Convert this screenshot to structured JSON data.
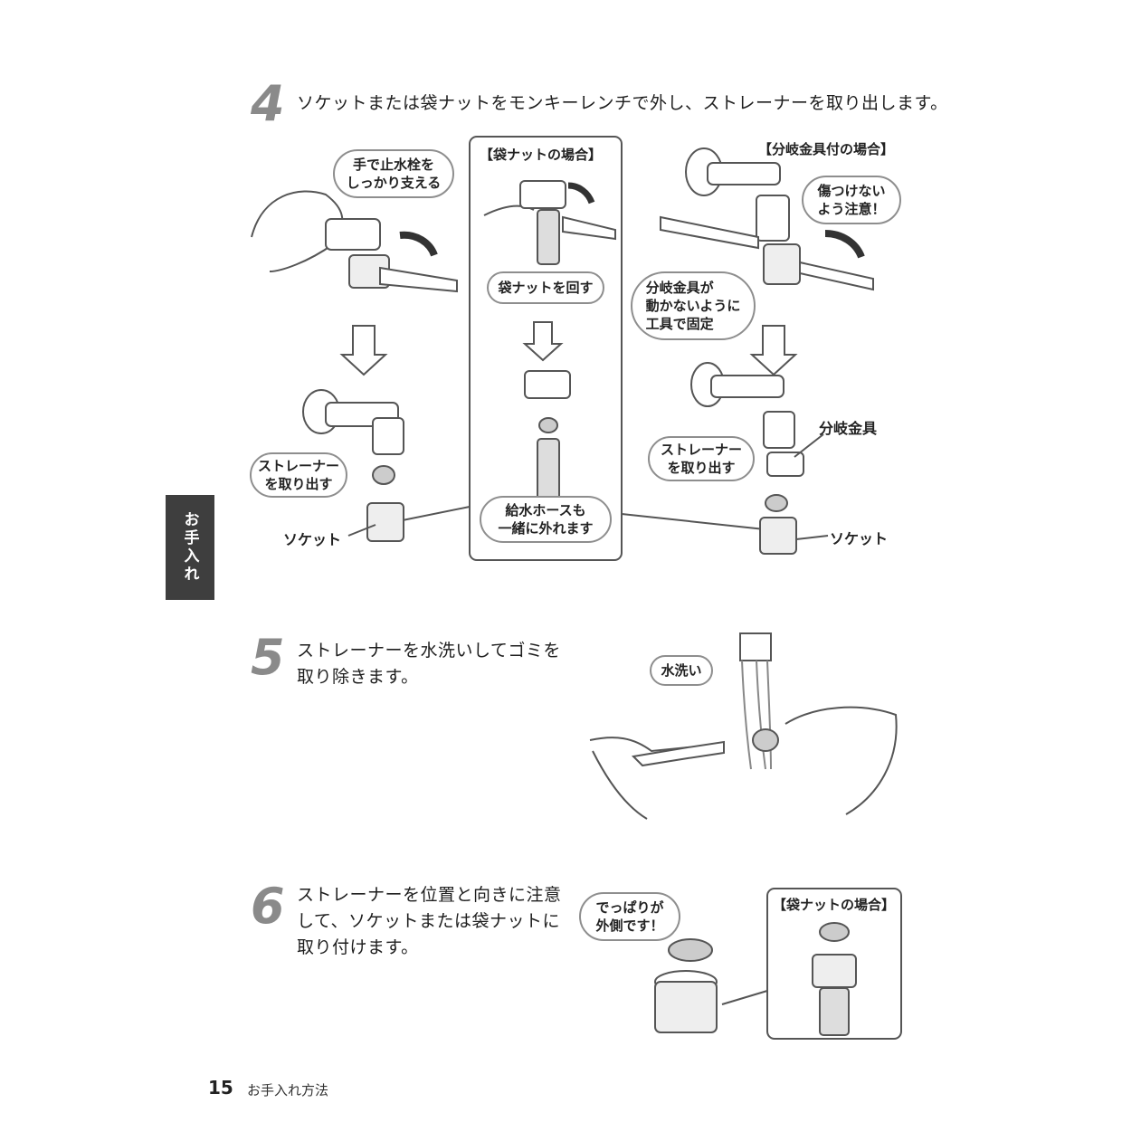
{
  "side_tab": "お手入れ",
  "step4": {
    "number": "4",
    "text": "ソケットまたは袋ナットをモンキーレンチで外し、ストレーナーを取り出します。",
    "left_bubble": "手で止水栓を\nしっかり支える",
    "center_title": "【袋ナットの場合】",
    "center_bubble_top": "袋ナットを回す",
    "center_bubble_bottom": "給水ホースも\n一緒に外れます",
    "right_title": "【分岐金具付の場合】",
    "right_bubble_careful": "傷つけない\nよう注意！",
    "right_bubble_fix": "分岐金具が\n動かないように\n工具で固定",
    "left_bubble_strainer": "ストレーナー\nを取り出す",
    "right_bubble_strainer": "ストレーナー\nを取り出す",
    "label_socket_left": "ソケット",
    "label_socket_right": "ソケット",
    "label_branch": "分岐金具"
  },
  "step5": {
    "number": "5",
    "text": "ストレーナーを水洗いしてゴミを取り除きます。",
    "bubble": "水洗い"
  },
  "step6": {
    "number": "6",
    "text": "ストレーナーを位置と向きに注意して、ソケットまたは袋ナットに取り付けます。",
    "bubble": "でっぱりが\n外側です！",
    "panel_title": "【袋ナットの場合】"
  },
  "footer": {
    "page_number": "15",
    "section": "お手入れ方法"
  }
}
